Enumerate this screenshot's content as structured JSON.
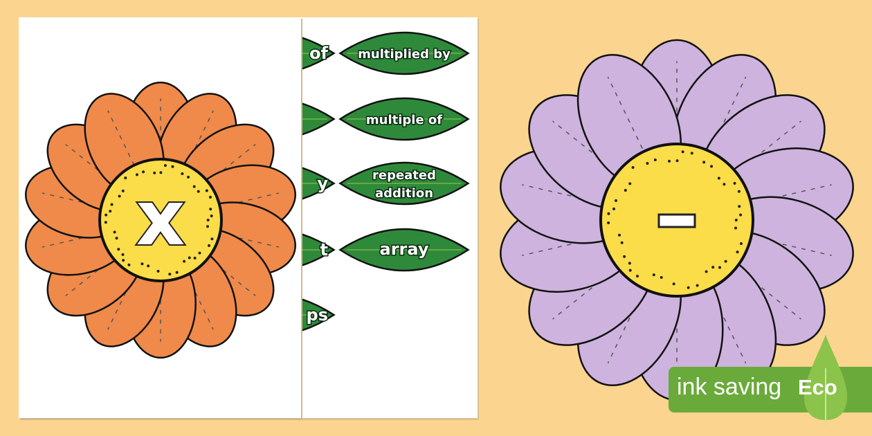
{
  "colors": {
    "background": "#fbd48f",
    "orange_petal": "#ef8a4a",
    "purple_petal": "#cdb3de",
    "flower_center": "#fbdd4a",
    "leaf": "#2e8a3a",
    "eco_badge": "#6aaa3a"
  },
  "left_flower": {
    "symbol": "x"
  },
  "right_flower": {
    "symbol": "−"
  },
  "leaves_hidden_column": [
    "of",
    "",
    "y",
    "t",
    "ps"
  ],
  "leaves": [
    "multiplied by",
    "multiple of",
    "repeated|addition",
    "array"
  ],
  "badge": {
    "label": "ink saving",
    "word": "Eco",
    "icon": "leaf-drop-icon"
  }
}
